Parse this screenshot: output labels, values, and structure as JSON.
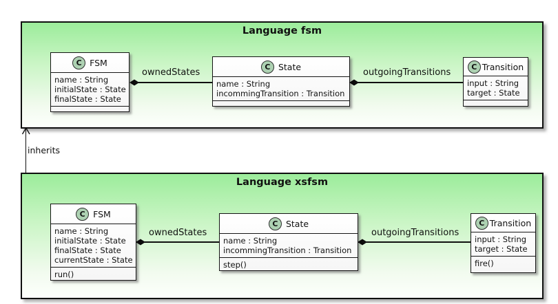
{
  "packages": [
    {
      "title": "Language fsm",
      "classes": [
        {
          "icon": "C",
          "name": "FSM",
          "attributes": [
            "name : String",
            "initialState : State",
            "finalState : State"
          ],
          "operations": []
        },
        {
          "icon": "C",
          "name": "State",
          "attributes": [
            "name : String",
            "incommingTransition : Transition"
          ],
          "operations": []
        },
        {
          "icon": "C",
          "name": "Transition",
          "attributes": [
            "input : String",
            "target : State"
          ],
          "operations": []
        }
      ],
      "relations": [
        {
          "label": "ownedStates",
          "type": "composition"
        },
        {
          "label": "outgoingTransitions",
          "type": "composition"
        }
      ]
    },
    {
      "title": "Language xsfsm",
      "classes": [
        {
          "icon": "C",
          "name": "FSM",
          "attributes": [
            "name : String",
            "initialState : State",
            "finalState : State",
            "currentState : State"
          ],
          "operations": [
            "run()"
          ]
        },
        {
          "icon": "C",
          "name": "State",
          "attributes": [
            "name : String",
            "incommingTransition : Transition"
          ],
          "operations": [
            "step()"
          ]
        },
        {
          "icon": "C",
          "name": "Transition",
          "attributes": [
            "input : String",
            "target : State"
          ],
          "operations": [
            "fire()"
          ]
        }
      ],
      "relations": [
        {
          "label": "ownedStates",
          "type": "composition"
        },
        {
          "label": "outgoingTransitions",
          "type": "composition"
        }
      ]
    }
  ],
  "inheritance": {
    "label": "inherits"
  },
  "colors": {
    "package_gradient_top": "#9cec9b",
    "package_gradient_bottom": "#fdfffc",
    "class_icon_fill": "#add1b2",
    "line": "#101010"
  }
}
